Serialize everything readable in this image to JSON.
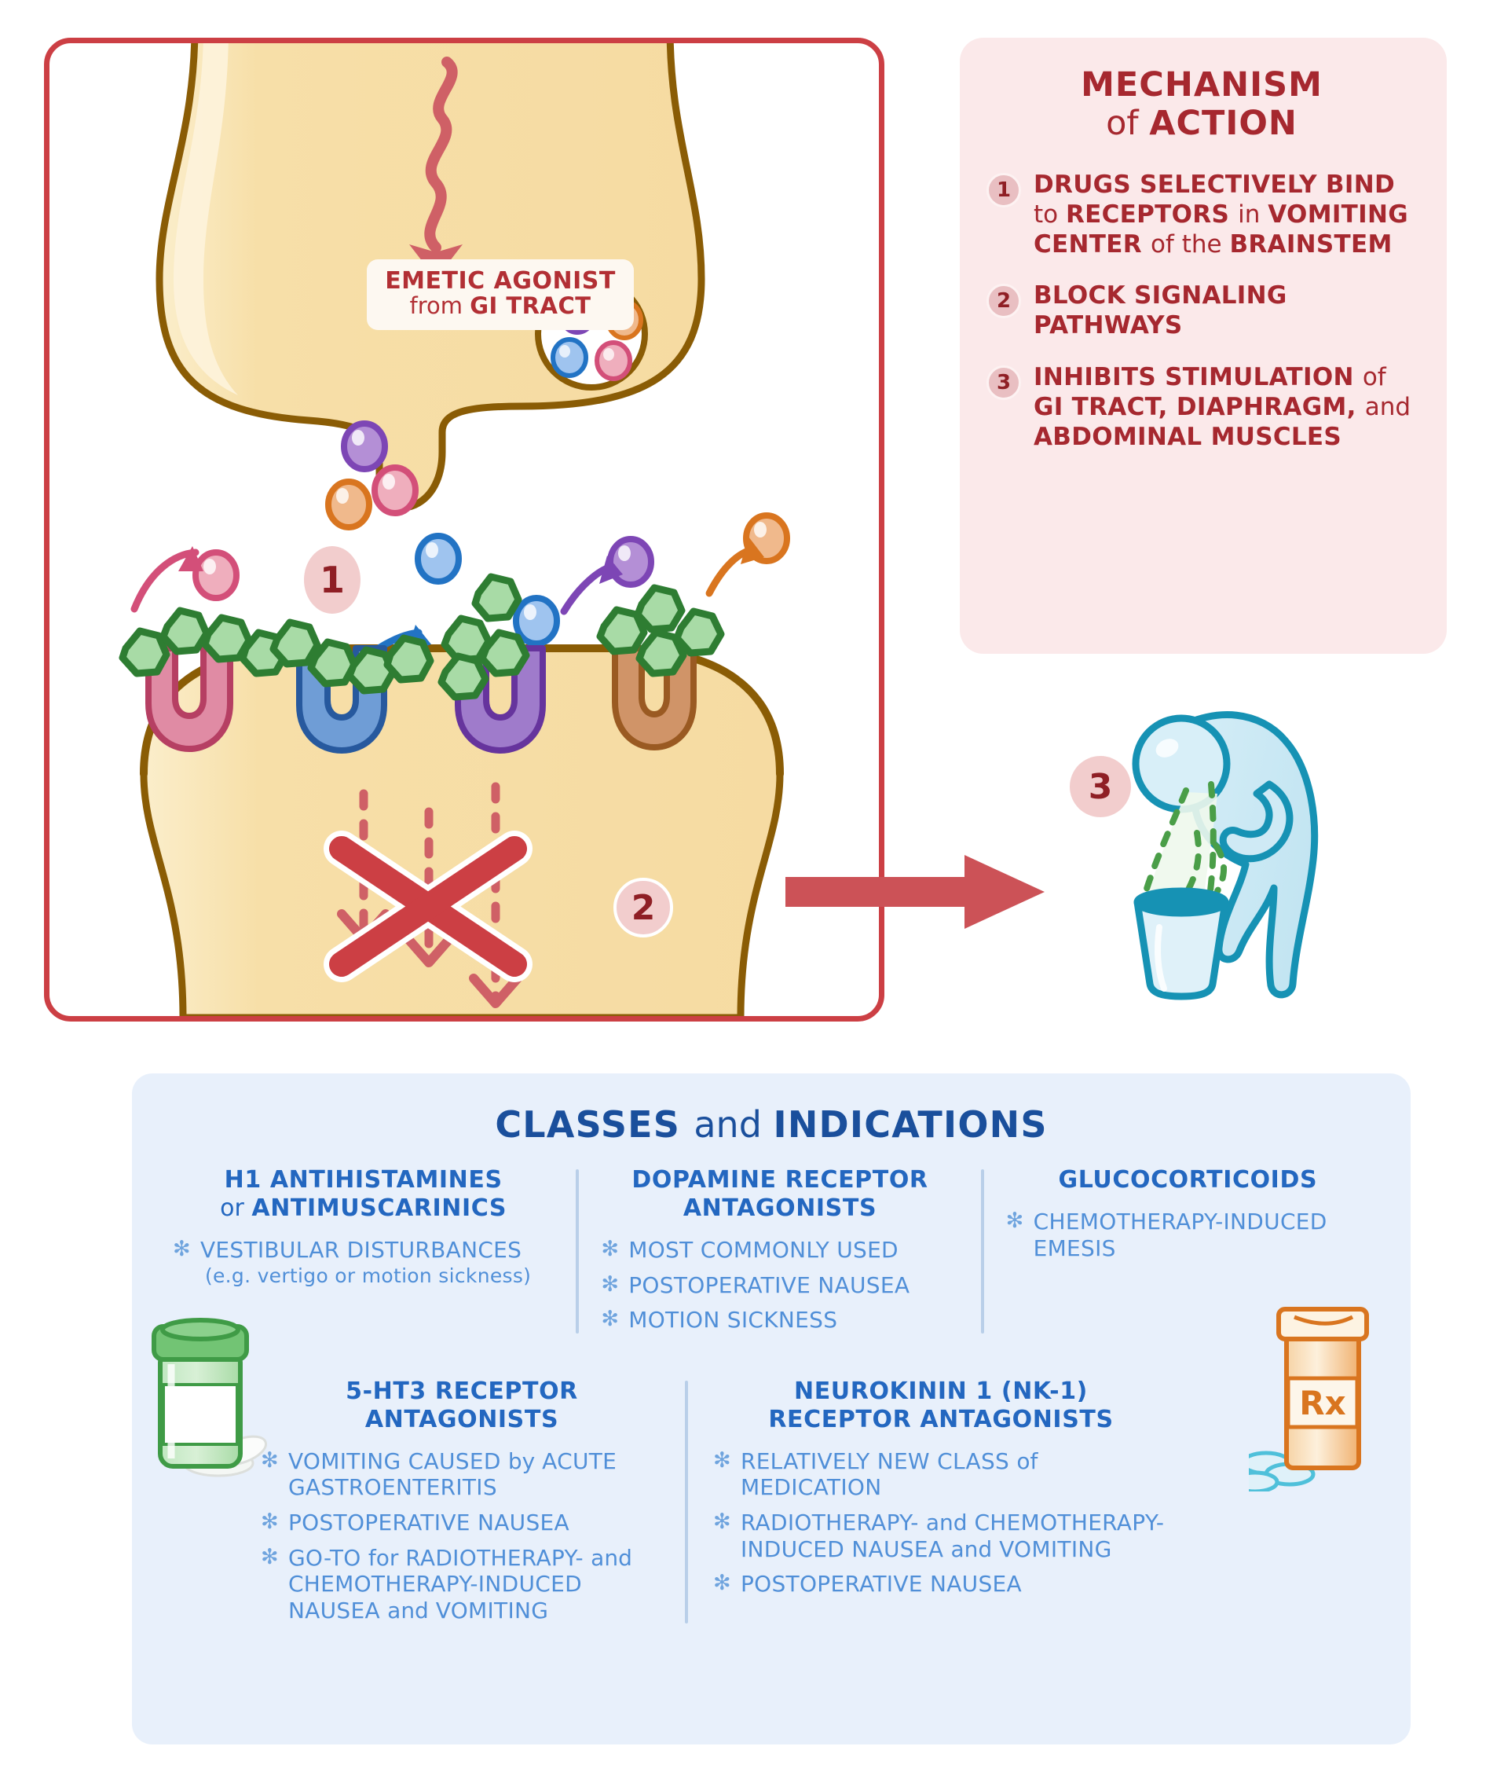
{
  "neuron": {
    "emetic_label_line1": "EMETIC AGONIST",
    "emetic_label_line2_lc": "from ",
    "emetic_label_line2_b": "GI TRACT",
    "badge_1": "1",
    "badge_2": "2",
    "badge_3": "3"
  },
  "moa": {
    "title_line1": "MECHANISM",
    "title_of": "of ",
    "title_line2": "ACTION",
    "items": [
      {
        "num": "1",
        "parts": [
          {
            "t": "DRUGS SELECTIVELY BIND ",
            "lc": false
          },
          {
            "t": "to ",
            "lc": true
          },
          {
            "t": "RECEPTORS ",
            "lc": false
          },
          {
            "t": "in ",
            "lc": true
          },
          {
            "t": "VOMITING CENTER ",
            "lc": false
          },
          {
            "t": "of the ",
            "lc": true
          },
          {
            "t": "BRAINSTEM",
            "lc": false
          }
        ]
      },
      {
        "num": "2",
        "parts": [
          {
            "t": "BLOCK SIGNALING PATHWAYS",
            "lc": false
          }
        ]
      },
      {
        "num": "3",
        "parts": [
          {
            "t": "INHIBITS STIMULATION ",
            "lc": false
          },
          {
            "t": "of ",
            "lc": true
          },
          {
            "t": "GI TRACT, DIAPHRAGM, ",
            "lc": false
          },
          {
            "t": "and ",
            "lc": true
          },
          {
            "t": "ABDOMINAL MUSCLES",
            "lc": false
          }
        ]
      }
    ]
  },
  "classes": {
    "title_line1": "CLASSES ",
    "title_and": "and ",
    "title_line2": "INDICATIONS",
    "bullet_symbol": "✻",
    "columns": [
      {
        "id": "h1-antihistamines",
        "title_parts": [
          {
            "t": "H1 ANTIHISTAMINES",
            "lc": false
          },
          {
            "t": "\nor ",
            "lc": true
          },
          {
            "t": "ANTIMUSCARINICS",
            "lc": false
          }
        ],
        "bullets": [
          {
            "parts": [
              {
                "t": "VESTIBULAR DISTURBANCES",
                "lc": false
              }
            ],
            "sub": "(e.g. vertigo or motion  sickness)"
          }
        ]
      },
      {
        "id": "dopamine-receptor-antagonists",
        "title_parts": [
          {
            "t": "DOPAMINE RECEPTOR",
            "lc": false
          },
          {
            "t": "\n",
            "lc": false
          },
          {
            "t": "ANTAGONISTS",
            "lc": false
          }
        ],
        "bullets": [
          {
            "parts": [
              {
                "t": "MOST COMMONLY USED",
                "lc": false
              }
            ]
          },
          {
            "parts": [
              {
                "t": "POSTOPERATIVE NAUSEA",
                "lc": false
              }
            ]
          },
          {
            "parts": [
              {
                "t": "MOTION SICKNESS",
                "lc": false
              }
            ]
          }
        ]
      },
      {
        "id": "glucocorticoids",
        "title_parts": [
          {
            "t": "GLUCOCORTICOIDS",
            "lc": false
          }
        ],
        "bullets": [
          {
            "parts": [
              {
                "t": "CHEMOTHERAPY-INDUCED EMESIS",
                "lc": false
              }
            ]
          }
        ]
      },
      {
        "id": "5ht3-receptor-antagonists",
        "title_parts": [
          {
            "t": "5-HT3 RECEPTOR",
            "lc": false
          },
          {
            "t": "\n",
            "lc": false
          },
          {
            "t": "ANTAGONISTS",
            "lc": false
          }
        ],
        "bullets": [
          {
            "parts": [
              {
                "t": "VOMITING CAUSED ",
                "lc": false
              },
              {
                "t": "by ",
                "lc": true
              },
              {
                "t": "ACUTE GASTROENTERITIS",
                "lc": false
              }
            ]
          },
          {
            "parts": [
              {
                "t": "POSTOPERATIVE NAUSEA",
                "lc": false
              }
            ]
          },
          {
            "parts": [
              {
                "t": "GO-TO ",
                "lc": false
              },
              {
                "t": "for ",
                "lc": true
              },
              {
                "t": "RADIOTHERAPY- ",
                "lc": false
              },
              {
                "t": "and ",
                "lc": true
              },
              {
                "t": "CHEMOTHERAPY-INDUCED NAUSEA ",
                "lc": false
              },
              {
                "t": "and ",
                "lc": true
              },
              {
                "t": "VOMITING",
                "lc": false
              }
            ]
          }
        ]
      },
      {
        "id": "nk1-receptor-antagonists",
        "title_parts": [
          {
            "t": "NEUROKININ 1 (NK-1)",
            "lc": false
          },
          {
            "t": "\n",
            "lc": false
          },
          {
            "t": "RECEPTOR ANTAGONISTS",
            "lc": false
          }
        ],
        "bullets": [
          {
            "parts": [
              {
                "t": "RELATIVELY NEW CLASS ",
                "lc": false
              },
              {
                "t": "of ",
                "lc": true
              },
              {
                "t": "MEDICATION",
                "lc": false
              }
            ]
          },
          {
            "parts": [
              {
                "t": "RADIOTHERAPY- ",
                "lc": false
              },
              {
                "t": "and ",
                "lc": true
              },
              {
                "t": "CHEMOTHERAPY-INDUCED NAUSEA ",
                "lc": false
              },
              {
                "t": "and ",
                "lc": true
              },
              {
                "t": "VOMITING",
                "lc": false
              }
            ]
          },
          {
            "parts": [
              {
                "t": "POSTOPERATIVE NAUSEA",
                "lc": false
              }
            ]
          }
        ]
      }
    ],
    "rx_label": "Rx"
  },
  "colors": {
    "panel_border_red": "#cc3f44",
    "moa_bg": "#fbe9ea",
    "moa_text": "#a6282f",
    "classes_bg": "#e8f0fb",
    "classes_title": "#1a4f9c",
    "classes_cat": "#2367c0",
    "classes_body": "#508fd8",
    "neuron_fill": "#f6dba2",
    "neuron_outline": "#8a5c05",
    "person_teal": "#1692b4"
  }
}
